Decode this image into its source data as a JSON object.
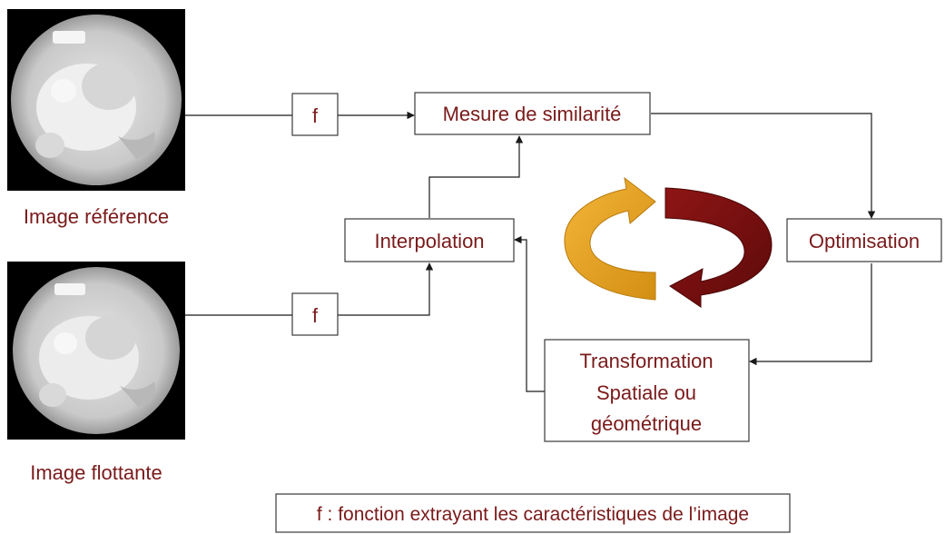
{
  "images": {
    "reference_caption": "Image référence",
    "floating_caption": "Image flottante"
  },
  "boxes": {
    "f_top": "f",
    "f_bottom": "f",
    "similarity": "Mesure de similarité",
    "interpolation": "Interpolation",
    "optimisation": "Optimisation",
    "transformation_lines": [
      "Transformation",
      "Spatiale ou",
      "géométrique"
    ]
  },
  "legend": "f : fonction extrayant les caractéristiques de l’image",
  "colors": {
    "text": "#7a1a1a",
    "cycle_arrow_orange": "#e8a21e",
    "cycle_arrow_red": "#7d0f0f"
  },
  "icons": {
    "cycle": "circular-arrows-icon"
  }
}
